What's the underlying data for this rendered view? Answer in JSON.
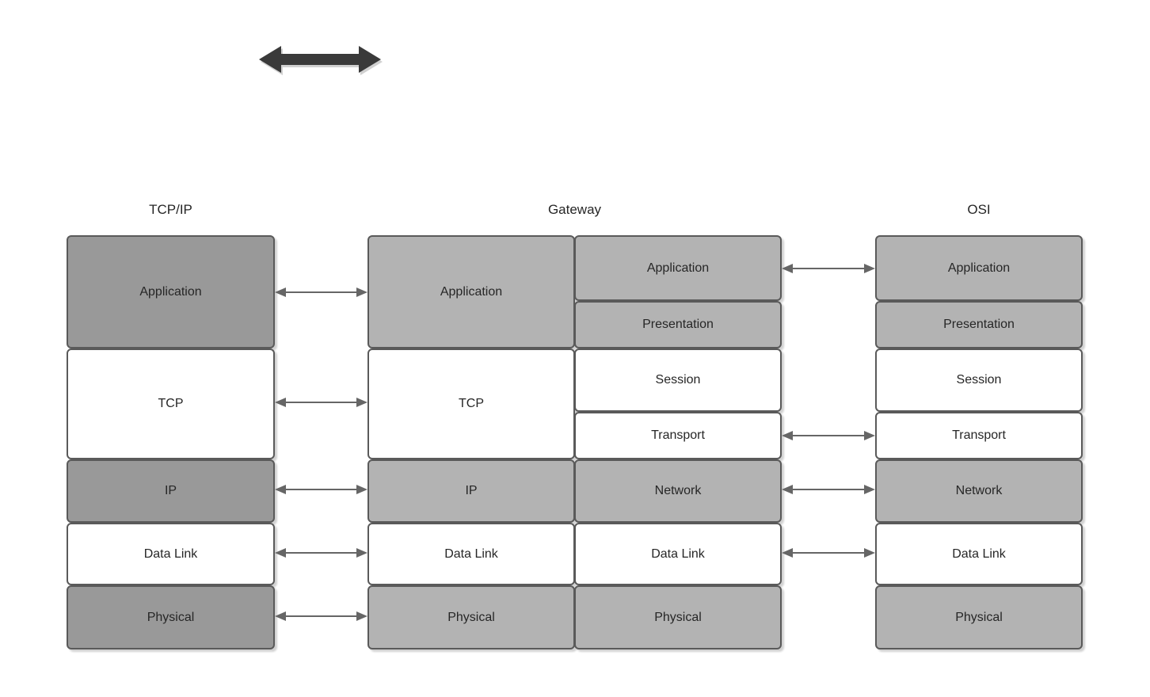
{
  "diagram": {
    "title_arrow": {
      "icon": "double-headed-arrow-icon",
      "color": "#3a3a3a"
    },
    "colors": {
      "dark_gray": "#999999",
      "light_gray": "#b3b3b3",
      "white": "#ffffff",
      "border": "#5a5a5a",
      "text": "#262626",
      "connector": "#666666",
      "block_arrow": "#3a3a3a"
    },
    "columns": [
      {
        "id": "tcpip",
        "caption": "TCP/IP",
        "layers": [
          {
            "label": "Application",
            "fill": "dark"
          },
          {
            "label": "TCP",
            "fill": "white"
          },
          {
            "label": "IP",
            "fill": "dark"
          },
          {
            "label": "Data Link",
            "fill": "white"
          },
          {
            "label": "Physical",
            "fill": "dark"
          }
        ]
      },
      {
        "id": "gateway",
        "caption": "Gateway",
        "left_layers": [
          {
            "label": "Application",
            "fill": "light"
          },
          {
            "label": "TCP",
            "fill": "white"
          },
          {
            "label": "IP",
            "fill": "light"
          },
          {
            "label": "Data Link",
            "fill": "white"
          },
          {
            "label": "Physical",
            "fill": "light"
          }
        ],
        "right_layers": [
          {
            "label": "Application",
            "fill": "light"
          },
          {
            "label": "Presentation",
            "fill": "light"
          },
          {
            "label": "Session",
            "fill": "white"
          },
          {
            "label": "Transport",
            "fill": "white"
          },
          {
            "label": "Network",
            "fill": "light"
          },
          {
            "label": "Data Link",
            "fill": "white"
          },
          {
            "label": "Physical",
            "fill": "light"
          }
        ]
      },
      {
        "id": "osi",
        "caption": "OSI",
        "layers": [
          {
            "label": "Application",
            "fill": "light"
          },
          {
            "label": "Presentation",
            "fill": "light"
          },
          {
            "label": "Session",
            "fill": "white"
          },
          {
            "label": "Transport",
            "fill": "white"
          },
          {
            "label": "Network",
            "fill": "light"
          },
          {
            "label": "Data Link",
            "fill": "white"
          },
          {
            "label": "Physical",
            "fill": "light"
          }
        ]
      }
    ],
    "connectors_left": [
      {
        "pairs": "Application-Application"
      },
      {
        "pairs": "TCP-TCP"
      },
      {
        "pairs": "IP-IP"
      },
      {
        "pairs": "Data Link-Data Link"
      },
      {
        "pairs": "Physical-Physical"
      }
    ],
    "connectors_right": [
      {
        "pairs": "Application-Application"
      },
      {
        "pairs": "Transport-Transport"
      },
      {
        "pairs": "Network-Network"
      },
      {
        "pairs": "Data Link-Data Link"
      }
    ]
  }
}
